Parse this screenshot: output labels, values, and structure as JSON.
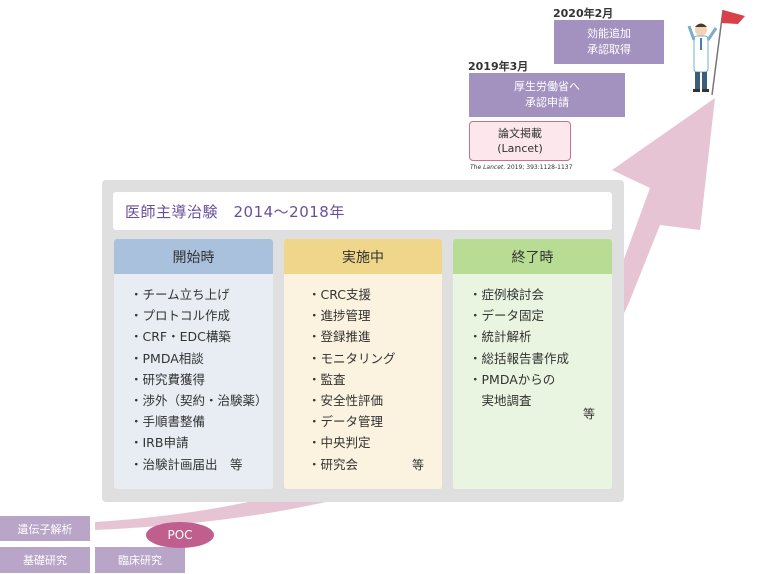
{
  "milestones": {
    "m2020": {
      "date": "2020年2月",
      "lines": [
        "効能追加",
        "承認取得"
      ]
    },
    "m2019": {
      "date": "2019年3月",
      "lines": [
        "厚生労働省へ",
        "承認申請"
      ]
    },
    "paper": {
      "lines": [
        "論文掲載",
        "(Lancet)"
      ],
      "citation_journal": "The Lancet",
      "citation_rest": ". 2019; 393:1128-1137"
    }
  },
  "trial": {
    "title": "医師主導治験　2014〜2018年"
  },
  "columns": [
    {
      "header": "開始時",
      "items": [
        "・チーム立ち上げ",
        "・プロトコル作成",
        "・CRF・EDC構築",
        "・PMDA相談",
        "・研究費獲得",
        "・渉外（契約・治験薬）",
        "・手順書整備",
        "・IRB申請",
        "・治験計画届出　等"
      ],
      "etc": ""
    },
    {
      "header": "実施中",
      "items": [
        "・CRC支援",
        "・進捗管理",
        "・登録推進",
        "・モニタリング",
        "・監査",
        "・安全性評価",
        "・データ管理",
        "・中央判定",
        "・研究会"
      ],
      "etc": "等"
    },
    {
      "header": "終了時",
      "items": [
        "・症例検討会",
        "・データ固定",
        "・統計解析",
        "・総括報告書作成",
        "・PMDAからの",
        "　実地調査"
      ],
      "etc": "等"
    }
  ],
  "stages": {
    "gene": "遺伝子解析",
    "basic": "基礎研究",
    "clinical": "臨床研究",
    "poc": "POC"
  },
  "colors": {
    "arrow": "#e7c4d3",
    "purple_box": "#a391c0",
    "panel": "#e0dfe0",
    "col1": "#a9c1dc",
    "col2": "#f0d68a",
    "col3": "#b8dc94",
    "poc": "#c05f8d"
  }
}
